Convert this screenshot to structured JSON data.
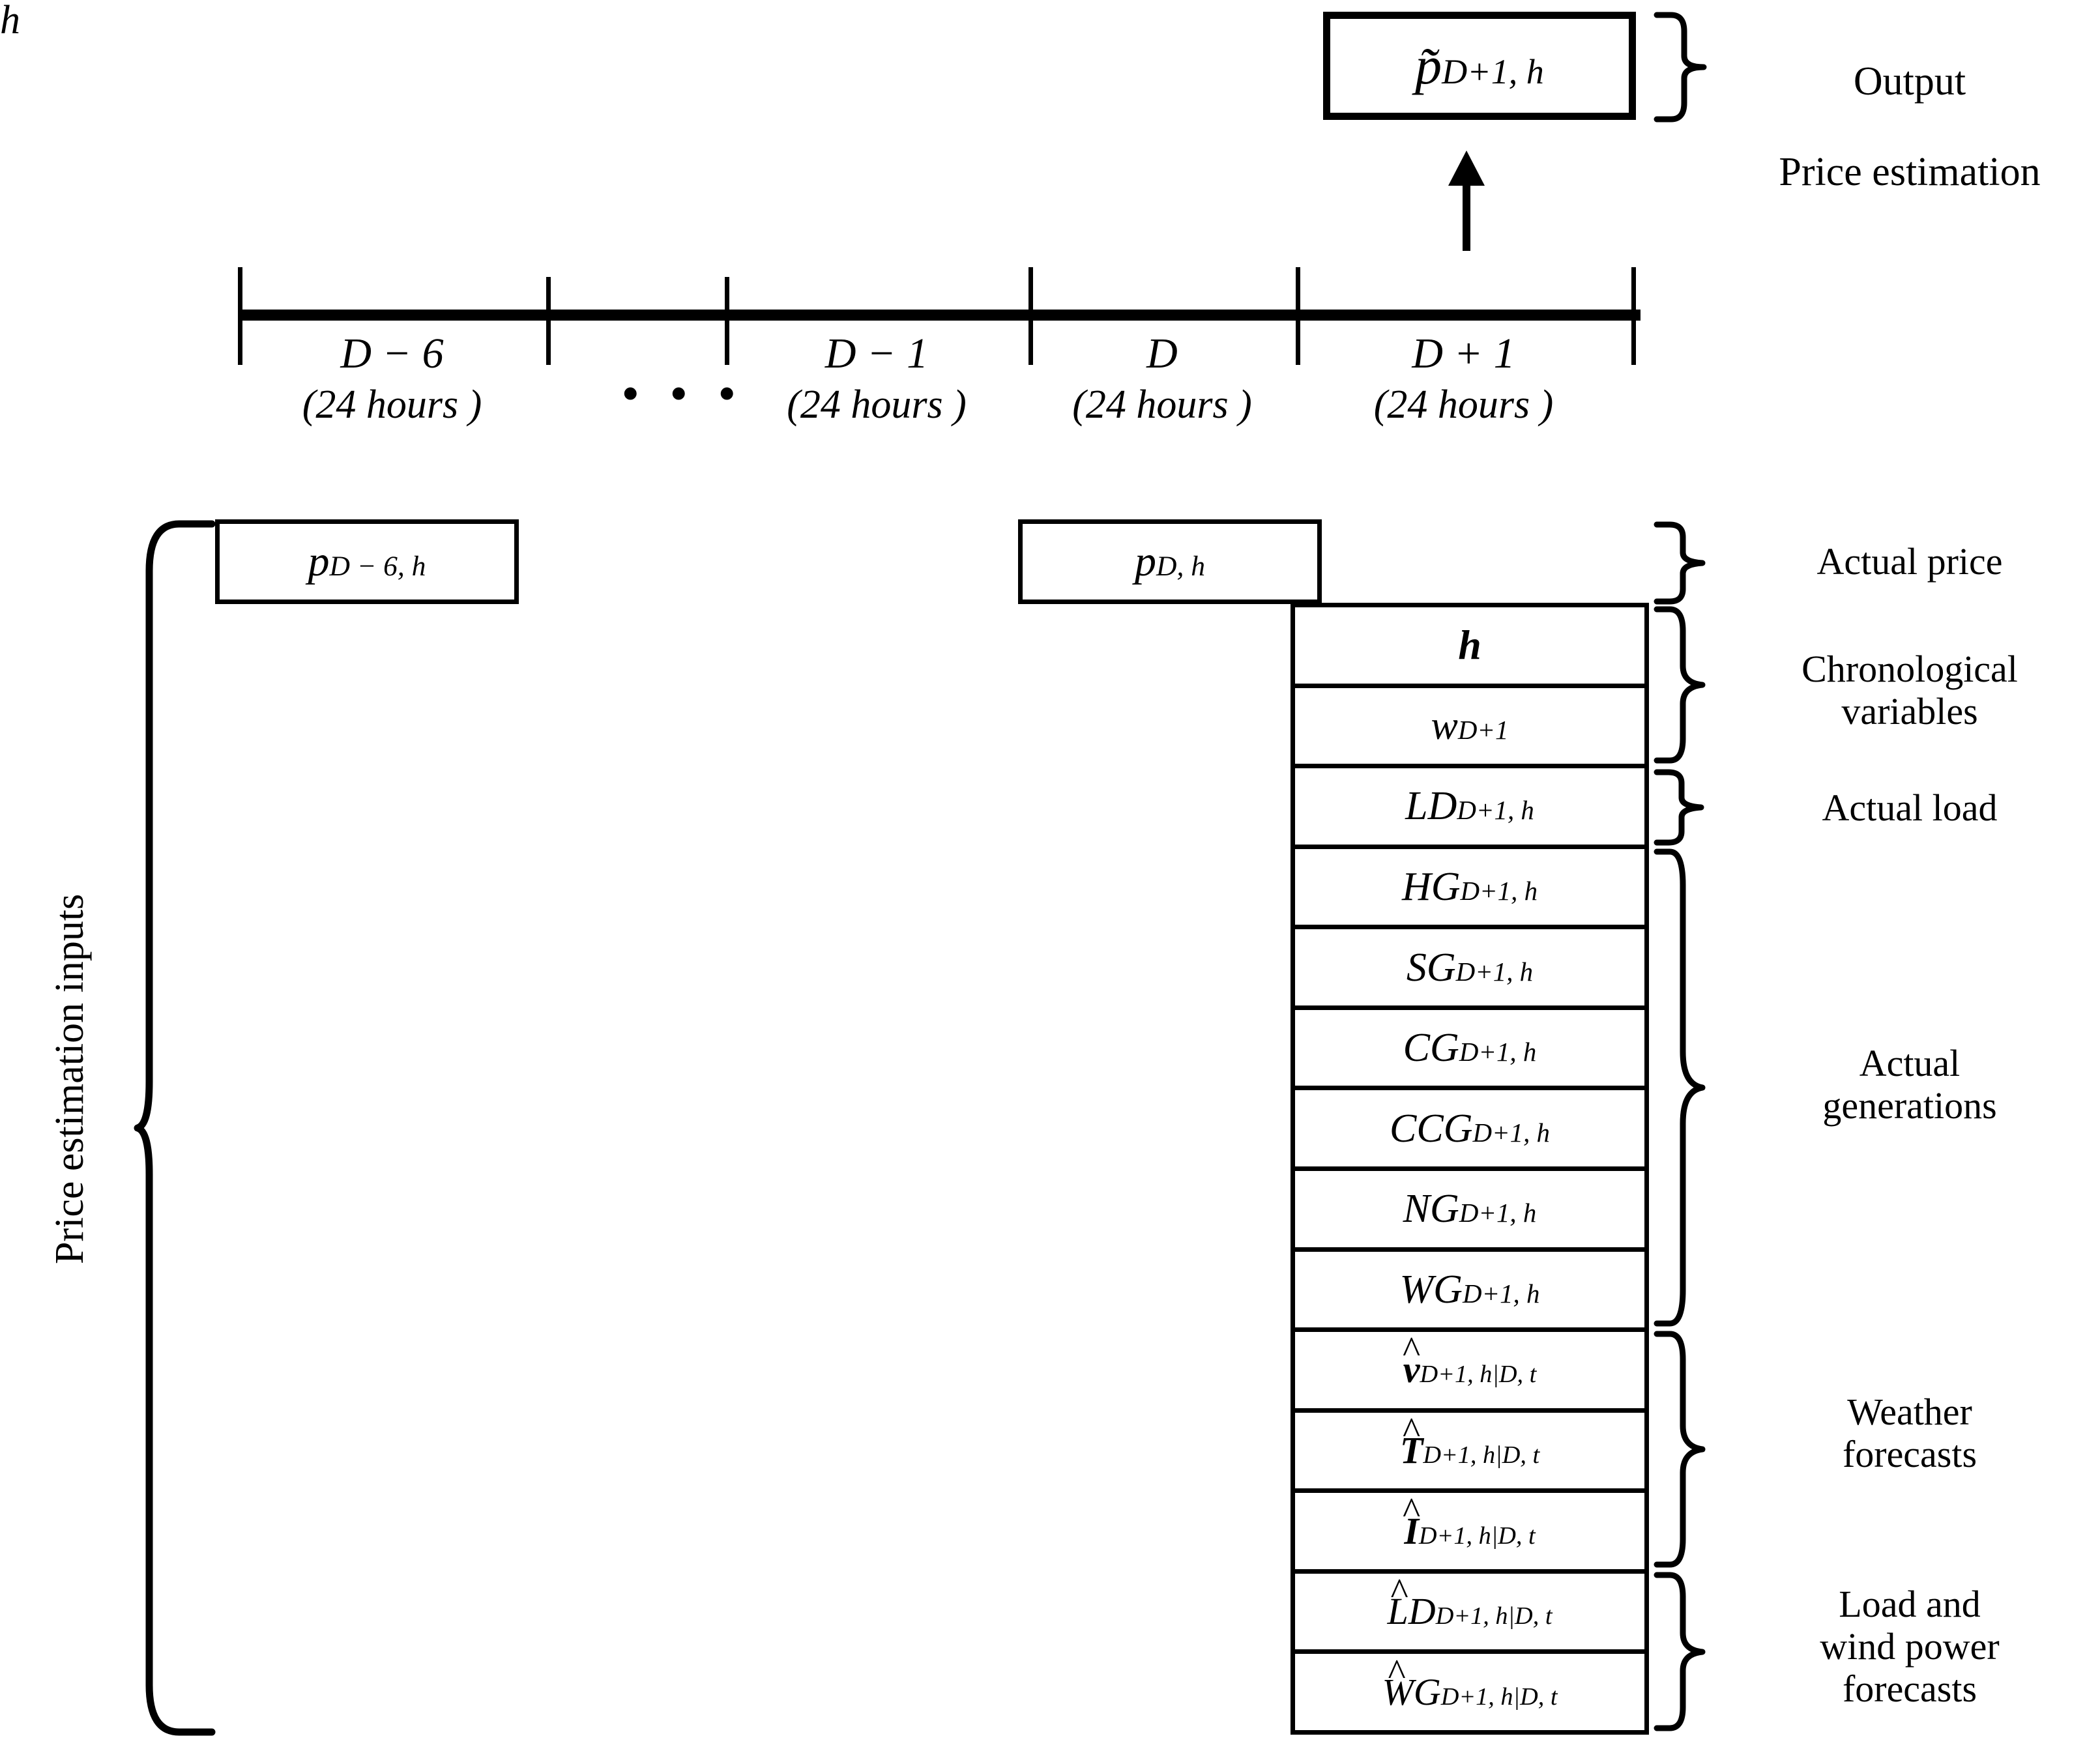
{
  "output": {
    "box_label": "p̃",
    "box_sub": "D+1, h",
    "caption_line1": "Output",
    "caption_line2": "Price estimation",
    "arrow_label": "h"
  },
  "timeline": {
    "segments": [
      {
        "name": "D − 6",
        "hours": "(24  hours )"
      },
      {
        "name": "D − 1",
        "hours": "(24  hours )"
      },
      {
        "name": "D",
        "hours": "(24  hours )"
      },
      {
        "name": "D + 1",
        "hours": "(24  hours )"
      }
    ],
    "ellipsis": "• • •"
  },
  "left_label": "Price estimation inputs",
  "price_boxes": [
    {
      "sym": "p",
      "sub": "D − 6, h"
    },
    {
      "sym": "p",
      "sub": "D, h"
    }
  ],
  "stack": [
    {
      "sym": "h",
      "sub": "",
      "accent": "",
      "bold": true,
      "group": "chronological"
    },
    {
      "sym": "w",
      "sub": "D+1",
      "accent": "",
      "bold": false,
      "group": "chronological"
    },
    {
      "sym": "LD",
      "sub": "D+1, h",
      "accent": "",
      "bold": false,
      "group": "load"
    },
    {
      "sym": "HG",
      "sub": "D+1, h",
      "accent": "",
      "bold": false,
      "group": "generations"
    },
    {
      "sym": "SG",
      "sub": "D+1, h",
      "accent": "",
      "bold": false,
      "group": "generations"
    },
    {
      "sym": "CG",
      "sub": "D+1, h",
      "accent": "",
      "bold": false,
      "group": "generations"
    },
    {
      "sym": "CCG",
      "sub": "D+1, h",
      "accent": "",
      "bold": false,
      "group": "generations"
    },
    {
      "sym": "NG",
      "sub": "D+1, h",
      "accent": "",
      "bold": false,
      "group": "generations"
    },
    {
      "sym": "WG",
      "sub": "D+1, h",
      "accent": "",
      "bold": false,
      "group": "generations"
    },
    {
      "sym": "v",
      "sub": "D+1, h|D, t",
      "accent": "^",
      "bold": true,
      "group": "weather"
    },
    {
      "sym": "T",
      "sub": "D+1, h|D, t",
      "accent": "^",
      "bold": true,
      "group": "weather"
    },
    {
      "sym": "I",
      "sub": "D+1, h|D, t",
      "accent": "^",
      "bold": true,
      "group": "weather"
    },
    {
      "sym": "LD",
      "sub": "D+1, h|D, t",
      "accent": "^",
      "bold": false,
      "group": "loadwind"
    },
    {
      "sym": "WG",
      "sub": "D+1, h|D, t",
      "accent": "^",
      "bold": false,
      "group": "loadwind"
    }
  ],
  "group_labels": [
    {
      "id": "actual-price",
      "text": "Actual price"
    },
    {
      "id": "chronological",
      "text": "Chronological\nvariables"
    },
    {
      "id": "actual-load",
      "text": "Actual load"
    },
    {
      "id": "generations",
      "text": "Actual\ngenerations"
    },
    {
      "id": "weather",
      "text": "Weather\nforecasts"
    },
    {
      "id": "loadwind",
      "text": "Load and\nwind power\nforecasts"
    }
  ],
  "colors": {
    "stroke": "#000000",
    "background": "#ffffff"
  }
}
